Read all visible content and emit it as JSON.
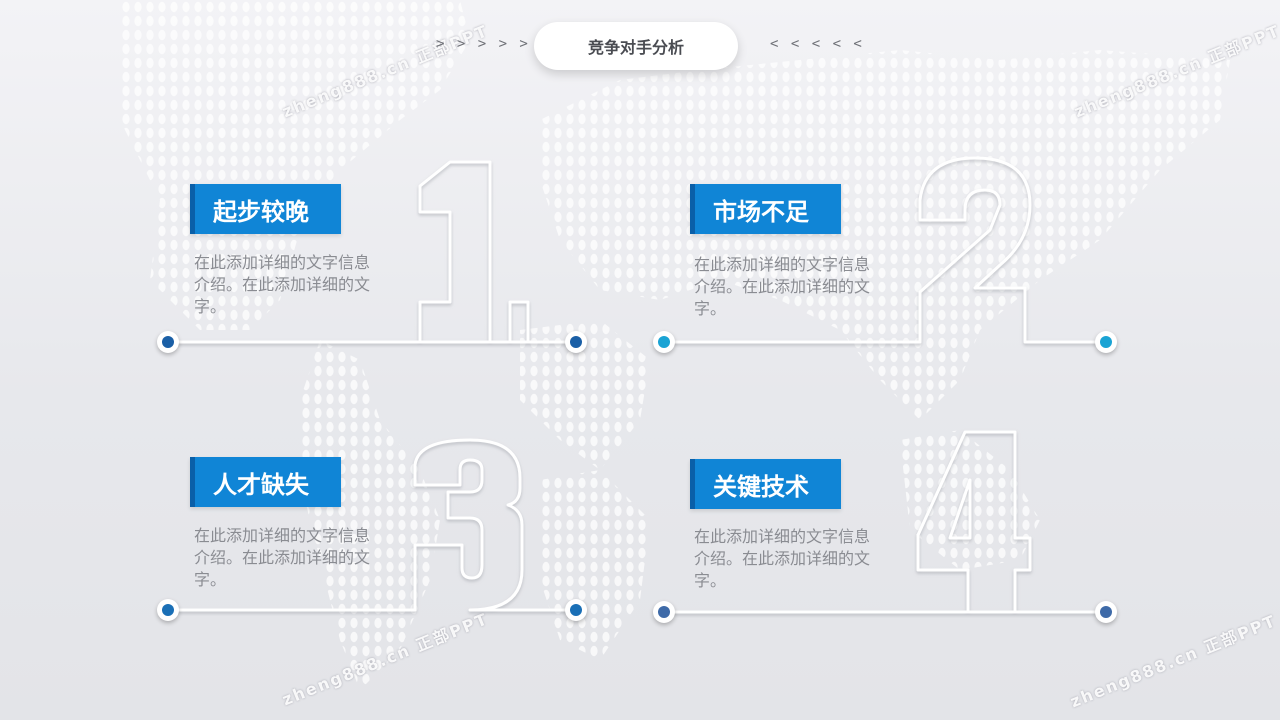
{
  "header": {
    "title": "竞争对手分析",
    "left_arrows": "> > > > >",
    "right_arrows": "< < < < <"
  },
  "watermark": "zheng888.cn 正部PPT",
  "items": [
    {
      "number": "1",
      "heading": "起步较晚",
      "description": "在此添加详细的文字信息介绍。在此添加详细的文字。"
    },
    {
      "number": "2",
      "heading": "市场不足",
      "description": "在此添加详细的文字信息介绍。在此添加详细的文字。"
    },
    {
      "number": "3",
      "heading": "人才缺失",
      "description": "在此添加详细的文字信息介绍。在此添加详细的文字。"
    },
    {
      "number": "4",
      "heading": "关键技术",
      "description": "在此添加详细的文字信息介绍。在此添加详细的文字。"
    }
  ],
  "colors": {
    "accent": "#1085d6",
    "accent_dark": "#0a5fa8",
    "dot_blue": "#1a5fa6",
    "dot_cyan": "#1aa3d4",
    "dot_steel": "#3e6aa8",
    "text_gray": "#8a8c92"
  }
}
